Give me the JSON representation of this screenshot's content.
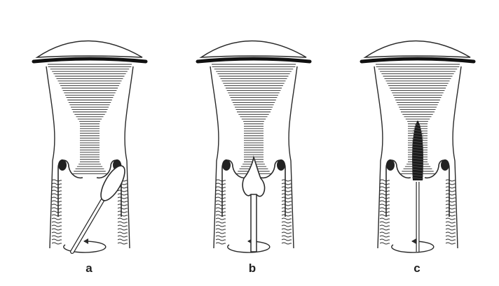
{
  "panels": [
    {
      "label": "a",
      "instrument": "swab"
    },
    {
      "label": "b",
      "instrument": "spatula"
    },
    {
      "label": "c",
      "instrument": "cytobrush"
    }
  ],
  "colors": {
    "background": "#ffffff",
    "ink": "#2a2a2a",
    "brush": "#1a1a1a"
  }
}
